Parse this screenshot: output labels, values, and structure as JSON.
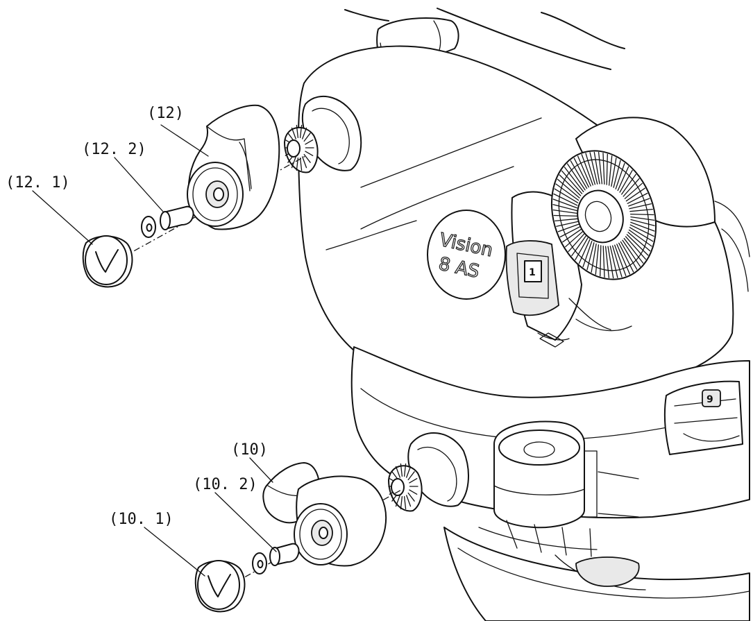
{
  "labels": {
    "part_12": "(12)",
    "part_12_2": "(12. 2)",
    "part_12_1": "(12. 1)",
    "part_10": "(10)",
    "part_10_2": "(10. 2)",
    "part_10_1": "(10. 1)"
  },
  "product": {
    "brand_line1": "Vision",
    "brand_line2": "8 AS"
  },
  "markers": {
    "lever_number": "1",
    "side_number": "9"
  },
  "icons": {
    "cap_logo": "v-mark-icon"
  }
}
